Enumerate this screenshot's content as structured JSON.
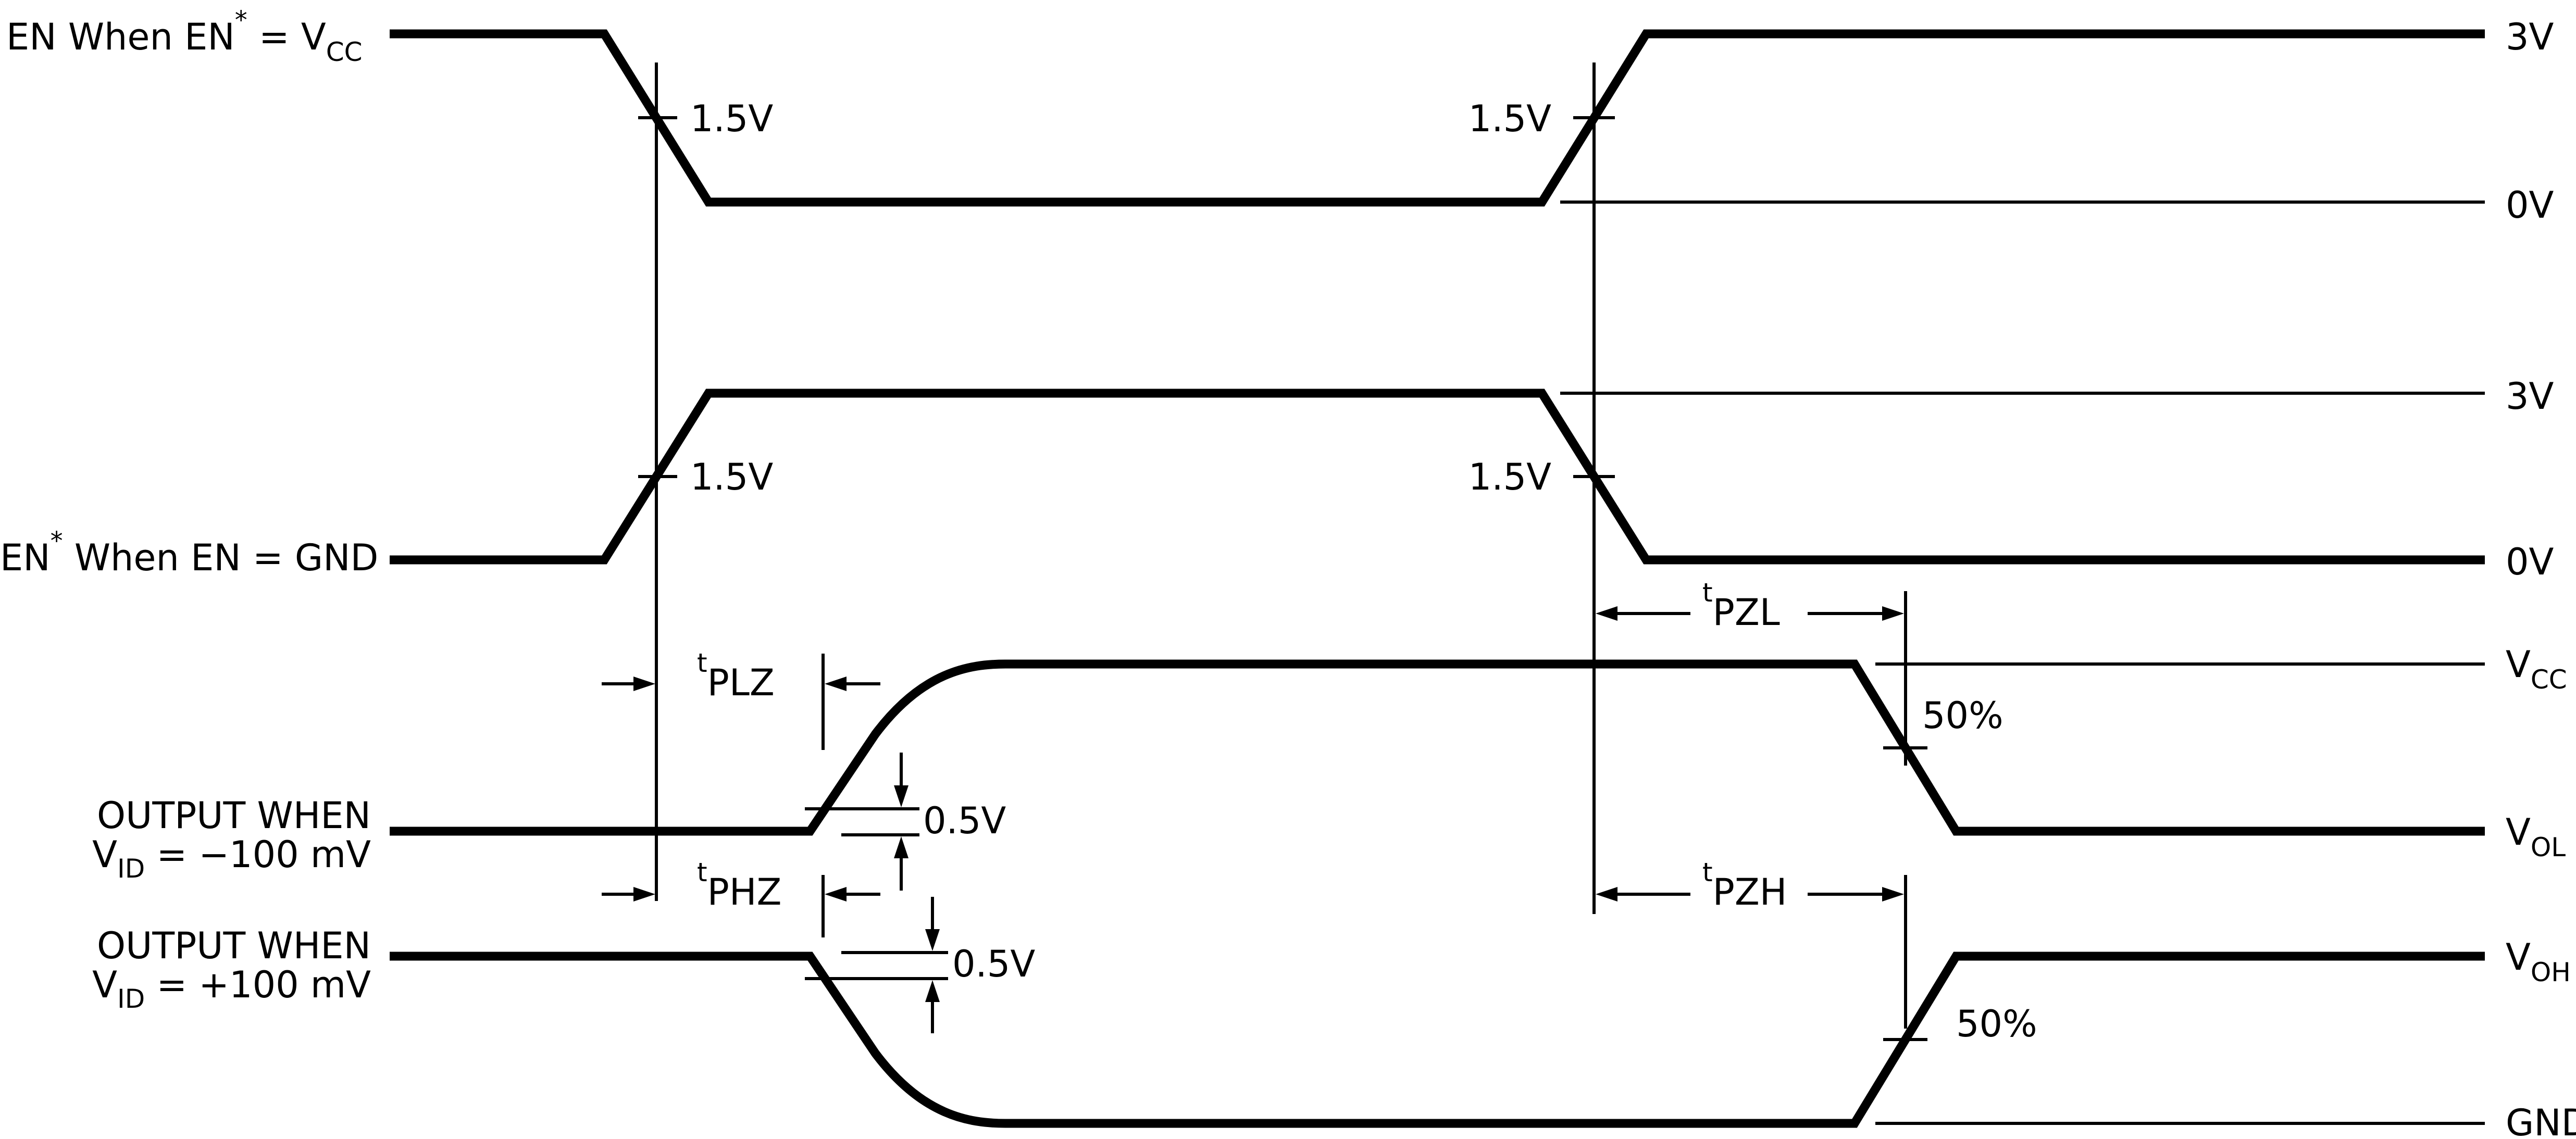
{
  "colors": {
    "line": "#000000",
    "background": "#ffffff"
  },
  "signals": {
    "en_main": "EN",
    "en_when": " When ",
    "en_star_sup": "*",
    "en_eq": " = V",
    "en_cc_sub": "CC",
    "enstar_main": "EN",
    "enstar_sup": "*",
    "enstar_rest": " When EN = GND",
    "out1_line1": "OUTPUT WHEN",
    "out1_v": "V",
    "out1_id_sub": "ID",
    "out1_rest": " = −100 mV",
    "out2_line1": "OUTPUT WHEN",
    "out2_v": "V",
    "out2_id_sub": "ID",
    "out2_rest": " = +100 mV"
  },
  "levels": {
    "three_v": "3V",
    "zero_v": "0V",
    "v": "V",
    "cc": "CC",
    "ol": "OL",
    "oh": "OH",
    "gnd": "GND"
  },
  "thresholds": {
    "v15": "1.5V",
    "v05": "0.5V",
    "pct50": "50%"
  },
  "timing": {
    "t": "t",
    "plz": "PLZ",
    "phz": "PHZ",
    "pzl": "PZL",
    "pzh": "PZH"
  }
}
